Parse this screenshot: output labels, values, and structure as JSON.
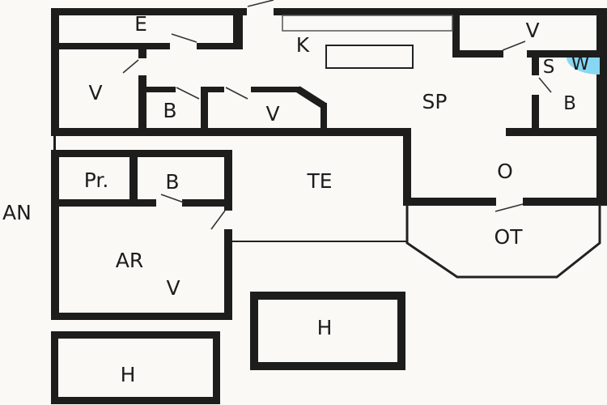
{
  "diagram": {
    "type": "floor-plan",
    "buildings": [
      "main-house",
      "annex",
      "outbuilding-1",
      "outbuilding-2",
      "terrace",
      "covered-terrace"
    ]
  },
  "colors": {
    "wall": "#1d1d1b",
    "background": "#faf9f6",
    "shower_fill": "#87d7f3",
    "door_swing_line": "#333333",
    "thin_outline": "#444444"
  },
  "rooms": {
    "e": "E",
    "v1": "V",
    "b1": "B",
    "v2": "V",
    "k": "K",
    "sp": "SP",
    "v3": "V",
    "s": "S",
    "w": "W",
    "b2": "B",
    "o": "O",
    "te": "TE",
    "ot": "OT",
    "pr": "Pr.",
    "b3": "B",
    "ar": "AR",
    "v4": "V",
    "an": "AN",
    "h1": "H",
    "h2": "H"
  },
  "icons": {
    "shower": "shower-corner-icon"
  }
}
